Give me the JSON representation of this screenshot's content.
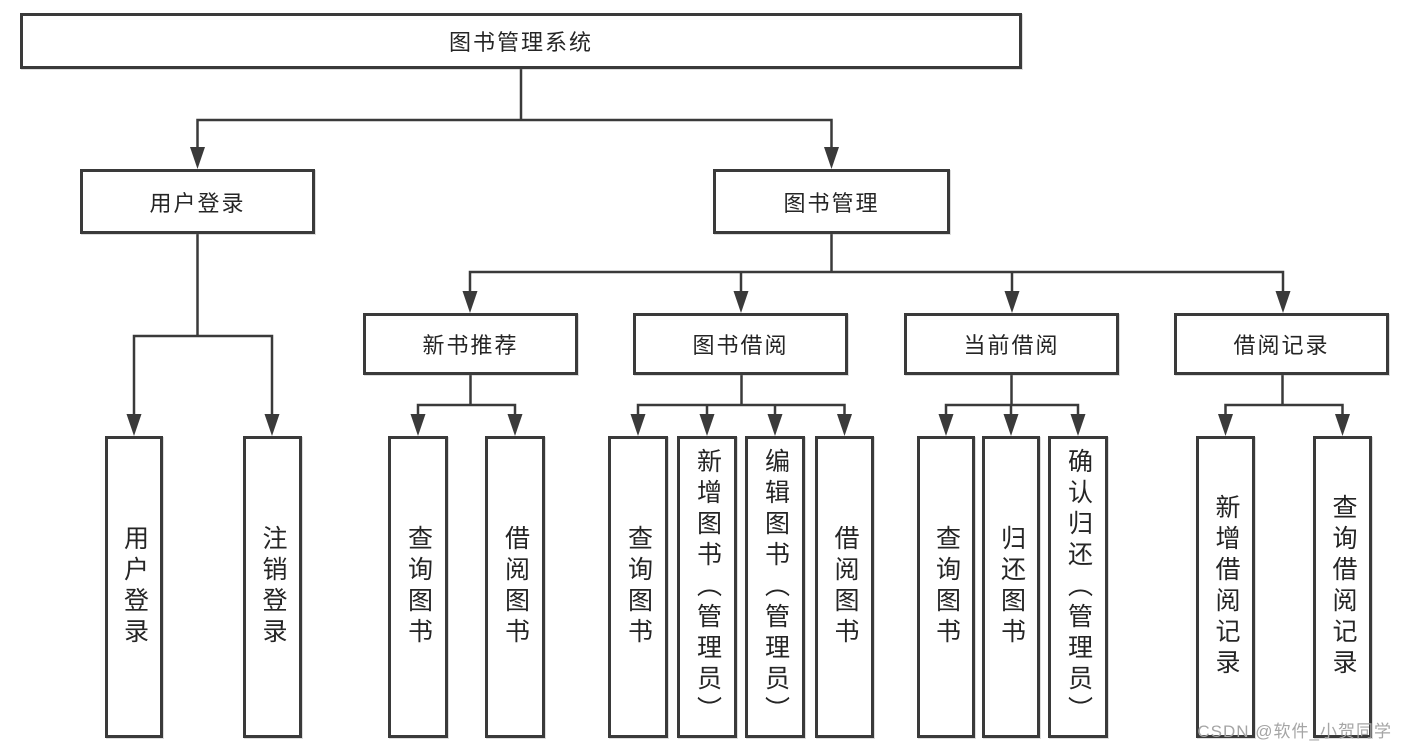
{
  "diagram": {
    "type": "hierarchy-tree",
    "tree": {
      "label": "图书管理系统",
      "children": [
        {
          "label": "用户登录",
          "children": [
            {
              "label": "用户登录"
            },
            {
              "label": "注销登录"
            }
          ]
        },
        {
          "label": "图书管理",
          "children": [
            {
              "label": "新书推荐",
              "children": [
                {
                  "label": "查询图书"
                },
                {
                  "label": "借阅图书"
                }
              ]
            },
            {
              "label": "图书借阅",
              "children": [
                {
                  "label": "查询图书"
                },
                {
                  "label": "新增图书（管理员）"
                },
                {
                  "label": "编辑图书（管理员）"
                },
                {
                  "label": "借阅图书"
                }
              ]
            },
            {
              "label": "当前借阅",
              "children": [
                {
                  "label": "查询图书"
                },
                {
                  "label": "归还图书"
                },
                {
                  "label": "确认归还（管理员）"
                }
              ]
            },
            {
              "label": "借阅记录",
              "children": [
                {
                  "label": "新增借阅记录"
                },
                {
                  "label": "查询借阅记录"
                }
              ]
            }
          ]
        }
      ]
    }
  },
  "watermark": {
    "text": "CSDN @软件_小贺同学"
  },
  "colors": {
    "line": "#3a3a3a",
    "box_border": "#3a3a3a",
    "box_fill": "#ffffff",
    "text": "#252525",
    "watermark": "#a5a5a5",
    "background": "#ffffff"
  }
}
